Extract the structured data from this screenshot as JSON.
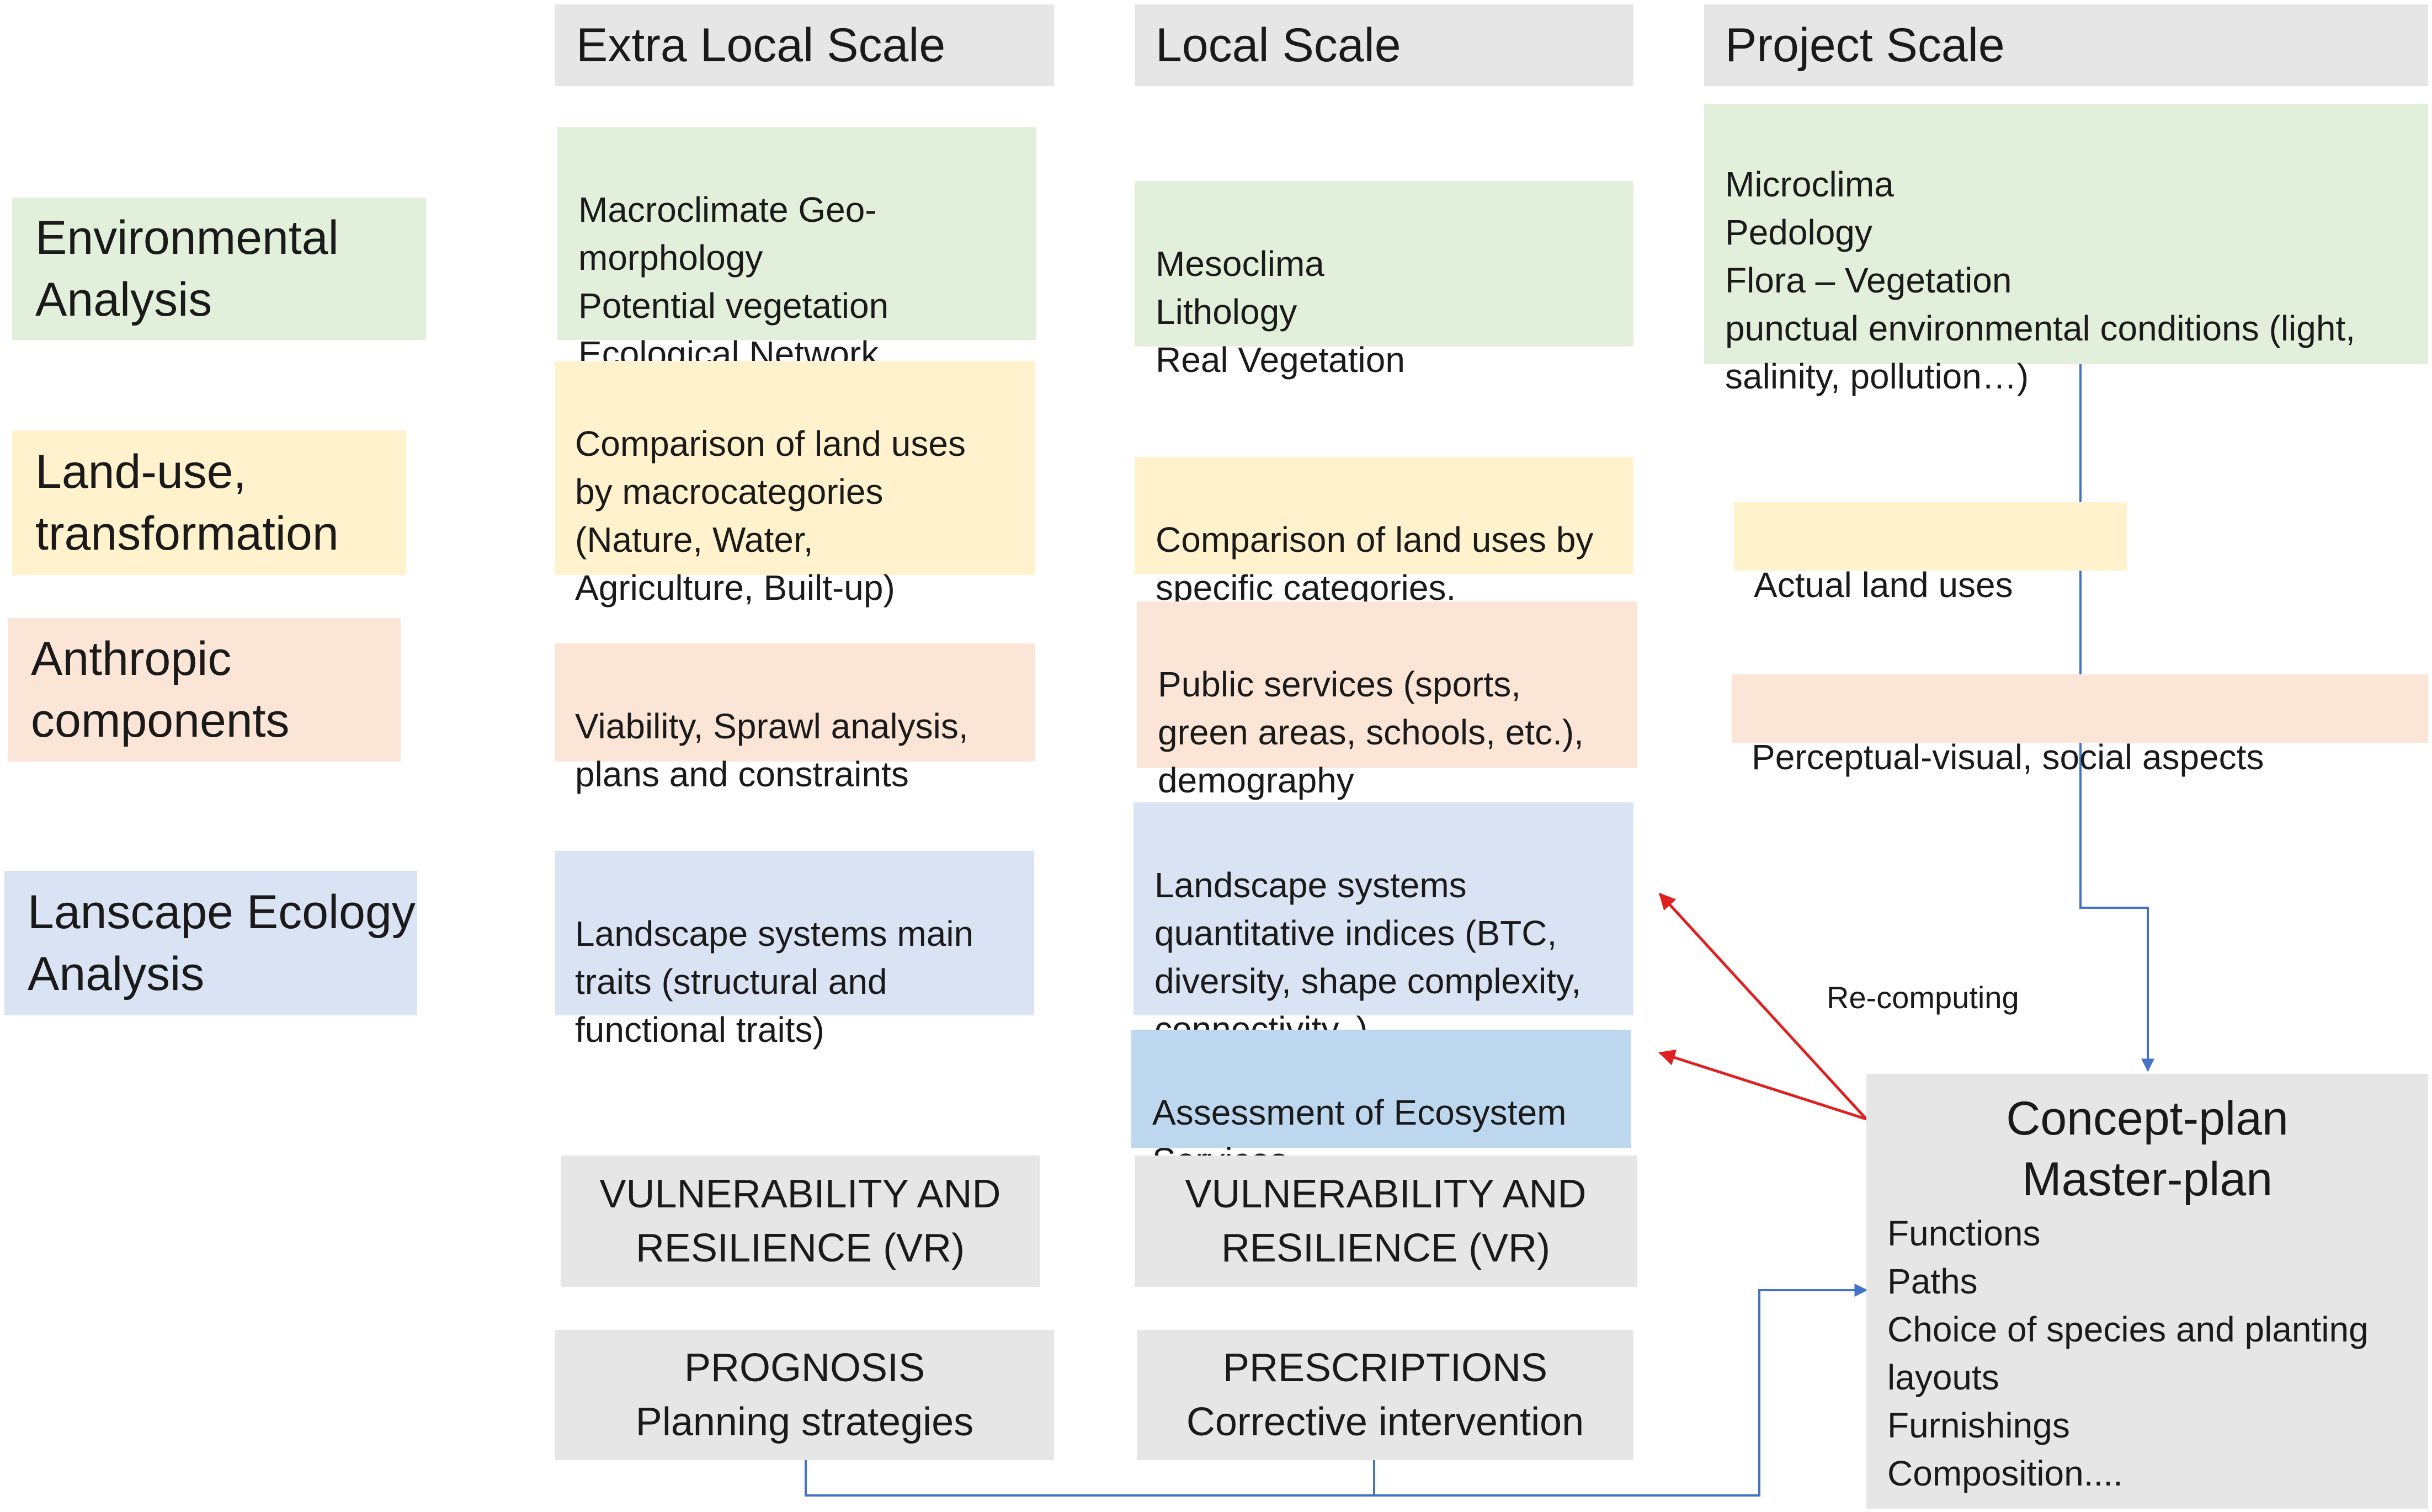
{
  "headers": {
    "extra_local": "Extra Local Scale",
    "local": "Local Scale",
    "project": "Project Scale"
  },
  "row_labels": {
    "environmental": "Environmental\nAnalysis",
    "land_use": "Land-use,\ntransformation",
    "anthropic": "Anthropic\ncomponents",
    "ecology": "Lanscape Ecology\nAnalysis"
  },
  "extra_local": {
    "environmental": "Macroclimate Geo-\nmorphology\nPotential vegetation\nEcological Network",
    "land_use": "Comparison of land uses\nby macrocategories\n(Nature, Water,\nAgriculture, Built-up)",
    "anthropic": "Viability, Sprawl analysis,\nplans and constraints",
    "ecology": "Landscape systems main\ntraits (structural and\nfunctional traits)",
    "vr": "VULNERABILITY AND\nRESILIENCE (VR)",
    "prognosis": "PROGNOSIS\nPlanning strategies"
  },
  "local": {
    "environmental": "Mesoclima\nLithology\nReal Vegetation",
    "land_use": "Comparison of land uses by\nspecific categories.",
    "anthropic": "Public services (sports,\ngreen areas, schools, etc.),\ndemography",
    "ecology": "Landscape systems\nquantitative indices (BTC,\ndiversity, shape complexity,\nconnectivity..)",
    "ecosystem": "Assessment of Ecosystem\nServices",
    "vr": "VULNERABILITY AND\nRESILIENCE (VR)",
    "prescriptions": "PRESCRIPTIONS\nCorrective intervention"
  },
  "project": {
    "environmental": "Microclima\nPedology\nFlora – Vegetation\npunctual environmental conditions (light,\nsalinity, pollution…)",
    "land_use": "Actual land uses",
    "anthropic": "Perceptual-visual, social aspects"
  },
  "concept_plan": {
    "title": "Concept-plan\nMaster-plan",
    "items": "Functions\nPaths\nChoice of species and planting\nlayouts\nFurnishings\nComposition...."
  },
  "annotation": "Re-computing",
  "colors": {
    "environmental": "#e2efda",
    "land_use": "#fff2cc",
    "anthropic": "#fbe5d6",
    "ecology": "#dae3f3",
    "ecosystem": "#bdd7ee",
    "neutral": "#e7e6e6",
    "flow_line": "#4472c4",
    "feedback_arrow": "#e02020"
  }
}
